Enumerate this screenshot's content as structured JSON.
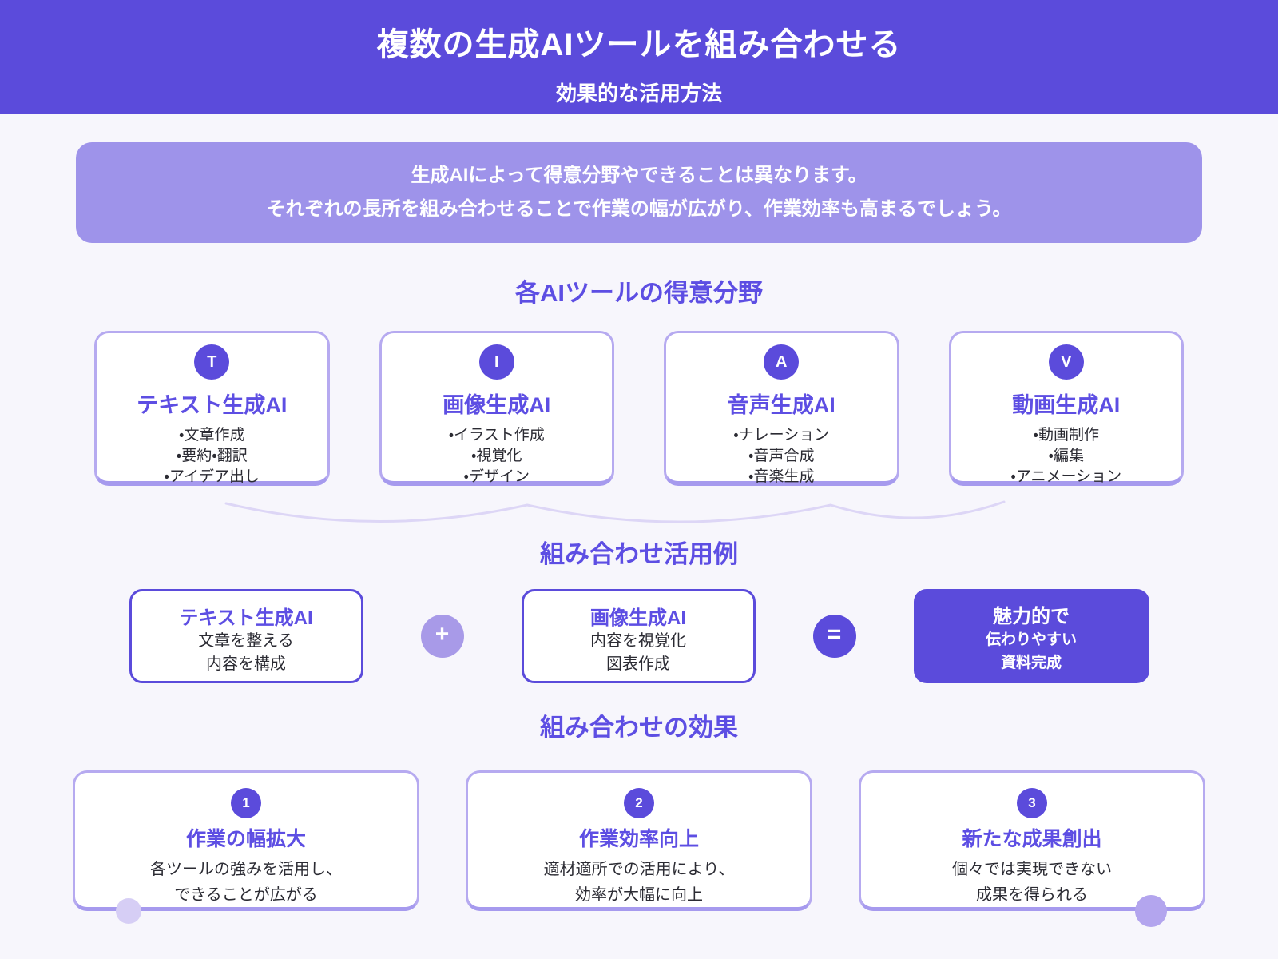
{
  "header": {
    "title": "複数の生成AIツールを組み合わせる",
    "subtitle": "効果的な活用方法"
  },
  "intro": {
    "line1": "生成AIによって得意分野やできることは異なります。",
    "line2": "それぞれの長所を組み合わせることで作業の幅が広がり、作業効率も高まるでしょう。"
  },
  "section_titles": {
    "tools": "各AIツールの得意分野",
    "combo": "組み合わせ活用例",
    "effects": "組み合わせの効果"
  },
  "tools": [
    {
      "badge": "T",
      "name": "テキスト生成AI",
      "items": [
        "・文章作成",
        "・要約・翻訳",
        "・アイデア出し"
      ]
    },
    {
      "badge": "I",
      "name": "画像生成AI",
      "items": [
        "・イラスト作成",
        "・視覚化",
        "・デザイン"
      ]
    },
    {
      "badge": "A",
      "name": "音声生成AI",
      "items": [
        "・ナレーション",
        "・音声合成",
        "・音楽生成"
      ]
    },
    {
      "badge": "V",
      "name": "動画生成AI",
      "items": [
        "・動画制作",
        "・編集",
        "・アニメーション"
      ]
    }
  ],
  "combo": {
    "left": {
      "title": "テキスト生成AI",
      "lines": [
        "文章を整える",
        "内容を構成"
      ]
    },
    "plus_symbol": "+",
    "right": {
      "title": "画像生成AI",
      "lines": [
        "内容を視覚化",
        "図表作成"
      ]
    },
    "equals_symbol": "=",
    "result": {
      "lines": [
        "魅力的で",
        "伝わりやすい",
        "資料完成"
      ]
    }
  },
  "effects": [
    {
      "badge": "1",
      "title": "作業の幅拡大",
      "lines": [
        "各ツールの強みを活用し、",
        "できることが広がる"
      ]
    },
    {
      "badge": "2",
      "title": "作業効率向上",
      "lines": [
        "適材適所での活用により、",
        "効率が大幅に向上"
      ]
    },
    {
      "badge": "3",
      "title": "新たな成果創出",
      "lines": [
        "個々では実現できない",
        "成果を得られる"
      ]
    }
  ],
  "colors": {
    "page_bg": "#f7f6fc",
    "header_bg": "#5b4bdb",
    "accent": "#5b4bdb",
    "title_color": "#5d4ee3",
    "intro_bg": "#9e93ea",
    "card_border": "#b6aaf0",
    "card_border_bottom": "#a69aee",
    "text_dark": "#2b2b33",
    "plus_bg": "#a89ae8",
    "wave": "#ddd6f6",
    "dot_left": "#d6cef5",
    "dot_right": "#b3a5ee"
  }
}
